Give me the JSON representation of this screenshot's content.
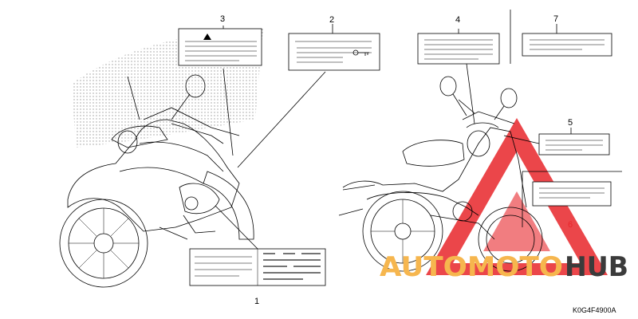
{
  "diagram": {
    "callouts": [
      "1",
      "2",
      "3",
      "4",
      "5",
      "6",
      "7"
    ],
    "part_code": "K0G4F4900A",
    "watermark": {
      "part1": "AUTOMOTO",
      "part2": "HUB",
      "color_primary": "#f6b64e",
      "color_secondary": "#3b3b3b",
      "triangle_color": "#e8262b"
    },
    "icons": [
      "warning-triangle-icon",
      "key-icon"
    ]
  }
}
